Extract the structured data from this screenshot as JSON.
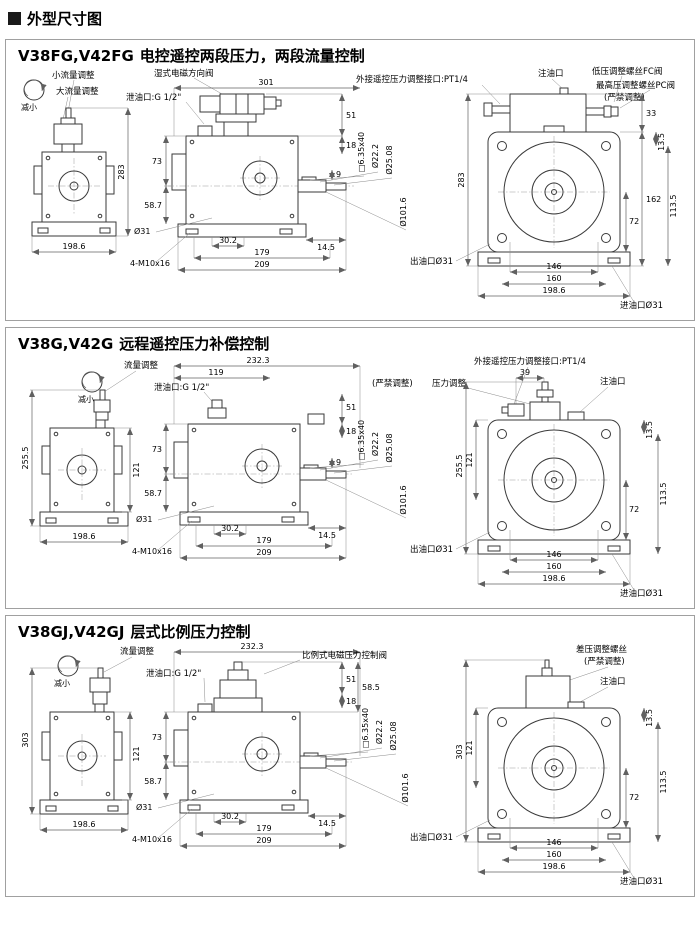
{
  "page": {
    "header": "外型尺寸图"
  },
  "colors": {
    "line": "#3a3a3a",
    "dim": "#606060",
    "border": "#a0a0a0",
    "text": "#000000",
    "background": "#ffffff"
  },
  "panels": [
    {
      "model": "V38FG,V42FG",
      "desc": "电控遥控两段压力，两段流量控制",
      "callouts": {
        "decrease": "减小",
        "small_flow": "小流量调整",
        "large_flow": "大流量调整",
        "solenoid_valve": "湿式电磁方向阀",
        "drain_port": "泄油口:G 1/2\"",
        "remote_port": "外接遥控压力调整接口:PT1/4",
        "oil_fill": "注油口",
        "fc_screw": "低压调整螺丝FC阀",
        "pc_screw": "最高压调整螺丝PC阀",
        "no_adjust": "(严禁调整)",
        "outlet": "出油口Ø31",
        "inlet": "进油口Ø31",
        "bolts": "4-M10x16",
        "bore": "Ø31"
      },
      "dims": {
        "top_width": "301",
        "d51": "51",
        "d18": "18",
        "d9": "9",
        "left_height": "283",
        "left_base": "198.6",
        "d73": "73",
        "d58_7": "58.7",
        "d30_2": "30.2",
        "d179": "179",
        "d209": "209",
        "d14_5": "14.5",
        "right_height": "283",
        "d33": "33",
        "d162": "162",
        "d13_5": "13.5",
        "d113_5": "113.5",
        "d72": "72",
        "d146": "146",
        "d160": "160",
        "right_base": "198.6",
        "shaft_key": "□6.35x40",
        "shaft_d1": "Ø22.2",
        "shaft_d2": "Ø25.08",
        "pilot_d": "Ø101.6"
      }
    },
    {
      "model": "V38G,V42G",
      "desc": "远程遥控压力补偿控制",
      "callouts": {
        "decrease": "减小",
        "flow": "流量调整",
        "drain_port": "泄油口:G 1/2\"",
        "no_adjust": "(严禁调整)",
        "pressure_adjust": "压力调整",
        "remote_port": "外接遥控压力调整接口:PT1/4",
        "oil_fill": "注油口",
        "outlet": "出油口Ø31",
        "inlet": "进油口Ø31",
        "bolts": "4-M10x16",
        "bore": "Ø31"
      },
      "dims": {
        "top_width": "232.3",
        "d119": "119",
        "d51": "51",
        "d18": "18",
        "d9": "9",
        "d39": "39",
        "left_height": "255.5",
        "left_body": "121",
        "left_base": "198.6",
        "d73": "73",
        "d58_7": "58.7",
        "d30_2": "30.2",
        "d179": "179",
        "d209": "209",
        "d14_5": "14.5",
        "right_height": "255.5",
        "right_body": "121",
        "d13_5": "13.5",
        "d113_5": "113.5",
        "d72": "72",
        "d146": "146",
        "d160": "160",
        "right_base": "198.6",
        "shaft_key": "□6.35x40",
        "shaft_d1": "Ø22.2",
        "shaft_d2": "Ø25.08",
        "pilot_d": "Ø101.6"
      }
    },
    {
      "model": "V38GJ,V42GJ",
      "desc": "层式比例压力控制",
      "callouts": {
        "decrease": "减小",
        "flow": "流量调整",
        "drain_port": "泄油口:G 1/2\"",
        "prop_valve": "比例式电磁压力控制阀",
        "diff_screw": "差压调整螺丝",
        "no_adjust": "(严禁调整)",
        "oil_fill": "注油口",
        "outlet": "出油口Ø31",
        "inlet": "进油口Ø31",
        "bolts": "4-M10x16",
        "bore": "Ø31"
      },
      "dims": {
        "top_width": "232.3",
        "d51": "51",
        "d18": "18",
        "d58_5": "58.5",
        "left_height": "303",
        "left_body": "121",
        "left_base": "198.6",
        "d73": "73",
        "d58_7": "58.7",
        "d30_2": "30.2",
        "d179": "179",
        "d209": "209",
        "d14_5": "14.5",
        "right_height": "303",
        "right_body": "121",
        "d13_5": "13.5",
        "d113_5": "113.5",
        "d72": "72",
        "d146": "146",
        "d160": "160",
        "right_base": "198.6",
        "shaft_key": "□6.35x40",
        "shaft_d1": "Ø22.2",
        "shaft_d2": "Ø25.08",
        "pilot_d": "Ø101.6"
      }
    }
  ]
}
